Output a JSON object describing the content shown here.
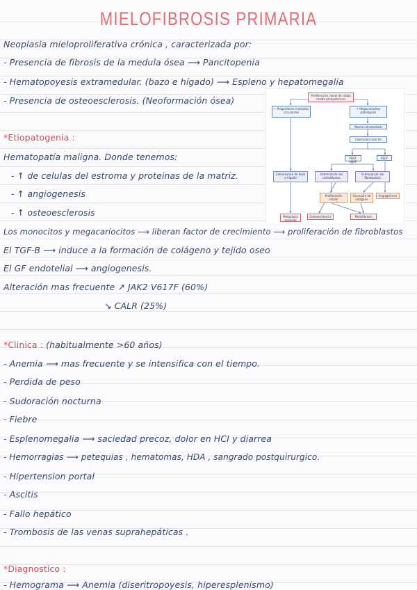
{
  "title": "MIELOFIBROSIS PRIMARIA",
  "intro": [
    "Neoplasia mieloproliferativa crónica , caracterizada por:",
    "- Presencia de fibrosis de la medula ósea ⟶ Pancitopenia",
    "- Hematopoyesis extramedular. (bazo e hígado) ⟶ Espleno y hepatomegalia",
    "- Presencia de osteoesclerosis. (Neoformación ósea)"
  ],
  "etiopatogenia": {
    "heading": "*Etiopatogenia :",
    "lines": [
      "Hematopatía maligna. Donde tenemos:",
      "- ↑ de celulas del estroma y proteinas de la matriz.",
      "- ↑ angiogenesis",
      "- ↑ osteoesclerosis",
      "Los monocitos y megacariocitos ⟶ liberan factor de crecimiento ⟶ proliferación de fibroblastos",
      "El TGF-B ⟶ induce a la formación de colágeno y tejido oseo",
      "El GF endotelial ⟶ angiogenesis.",
      "Alteración mas frecuente ↗ JAK2 V617F (60%)",
      "↘ CALR (25%)"
    ]
  },
  "clinica": {
    "heading": "*Clinica :",
    "heading_rest": " (habitualmente >60 años)",
    "lines": [
      "- Anemia ⟶ mas frecuente y se intensifica con el tiempo.",
      "- Perdida de peso",
      "- Sudoración nocturna",
      "- Fiebre",
      "- Esplenomegalia ⟶ saciedad precoz, dolor en HCI y diarrea",
      "- Hemorragias ⟶ petequias , hematomas, HDA , sangrado postquirurgico.",
      "- Hipertension portal",
      "- Ascitis",
      "- Fallo hepático",
      "- Trombosis de las venas suprahepáticas ."
    ]
  },
  "diagnostico": {
    "heading": "*Diagnostico :",
    "lines": [
      "- Hemograma ⟶ Anemia (diseritropoyesis, hiperesplenismo)"
    ]
  },
  "diagram": {
    "top": "Proliferación clonal de célula madre pluripotencial",
    "left1": "↑ Progenitores mieloides circulantes",
    "right1": "↑ Megacariocitos patológicos",
    "aborto": "Aborto intramedular",
    "liberacion": "Liberación local de",
    "pdgf": "PDGF bFGF",
    "vegf": "VEGF",
    "colonizacion": "Colonización de bazo e hígado",
    "estimulo_estroma": "Estimulación de osteoblastos",
    "estimulo_fibro": "Estimulación de fibroblastos",
    "proliferacion": "Proliferación celular",
    "secrecion": "Secreción de colágeno",
    "angiogenesis": "Angiogénesis",
    "metaplasia": "Metaplasia mieloide",
    "osteoesclerosis": "Osteoesclerosis",
    "mielofibrosis": "Mielofibrosis"
  }
}
